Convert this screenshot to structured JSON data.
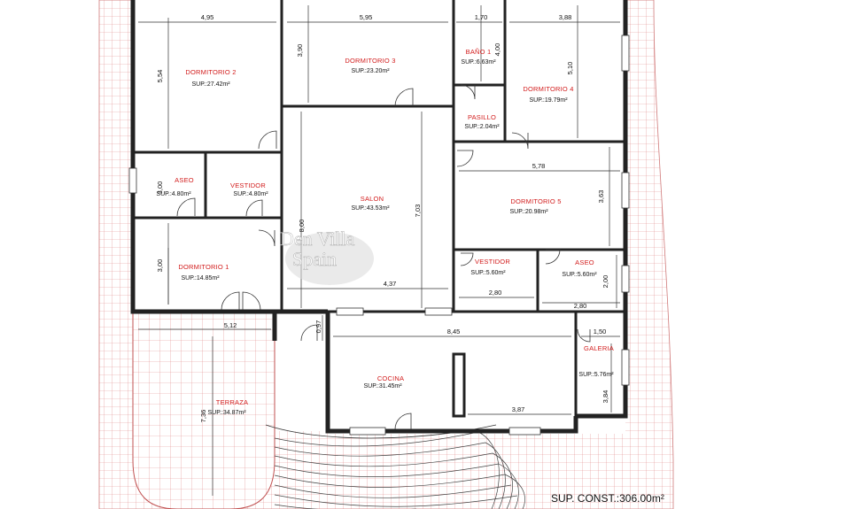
{
  "rooms": [
    {
      "id": "dormitorio2",
      "name": "DORMITORIO 2",
      "area": "SUP.:27.42m²"
    },
    {
      "id": "dormitorio3",
      "name": "DORMITORIO 3",
      "area": "SUP.:23.20m²"
    },
    {
      "id": "bano1",
      "name": "BAÑO 1",
      "area": "SUP.:6.63m²"
    },
    {
      "id": "dormitorio4",
      "name": "DORMITORIO 4",
      "area": "SUP.:19.79m²"
    },
    {
      "id": "pasillo",
      "name": "PASILLO",
      "area": "SUP.:2.04m²"
    },
    {
      "id": "aseo1",
      "name": "ASEO",
      "area": "SUP.:4.80m²"
    },
    {
      "id": "vestidor1",
      "name": "VESTIDOR",
      "area": "SUP.:4.80m²"
    },
    {
      "id": "salon",
      "name": "SALON",
      "area": "SUP.:43.53m²"
    },
    {
      "id": "dormitorio5",
      "name": "DORMITORIO 5",
      "area": "SUP.:20.98m²"
    },
    {
      "id": "dormitorio1",
      "name": "DORMITORIO 1",
      "area": "SUP.:14.85m²"
    },
    {
      "id": "vestidor2",
      "name": "VESTIDOR",
      "area": "SUP.:5.60m²"
    },
    {
      "id": "aseo2",
      "name": "ASEO",
      "area": "SUP.:5.60m²"
    },
    {
      "id": "cocina",
      "name": "COCINA",
      "area": "SUP.:31.45m²"
    },
    {
      "id": "galeria",
      "name": "GALERIA",
      "area": "SUP.:5.76m²"
    },
    {
      "id": "terraza",
      "name": "TERRAZA",
      "area": "SUP.:34.87m²"
    }
  ],
  "dimensions": {
    "d4_95": "4,95",
    "d5_95": "5,95",
    "d1_70": "1,70",
    "d3_88": "3,88",
    "d5_54": "5,54",
    "d3_90": "3,90",
    "d4_00": "4,00",
    "d5_10": "5,10",
    "d5_78": "5,78",
    "d3_63": "3,63",
    "d8_00": "8,00",
    "d7_03": "7,03",
    "d3_00a": "3,00",
    "d4_37": "4,37",
    "d2_80a": "2,80",
    "d2_00": "2,00",
    "d2_80b": "2,80",
    "d5_12": "5,12",
    "d0_97": "0,97",
    "d8_45": "8,45",
    "d1_50": "1,50",
    "d3_84": "3,84",
    "d7_36": "7,36",
    "d3_87": "3,87",
    "d3_00b": "3,00"
  },
  "watermark": {
    "line1": "Den Villa",
    "line2": "Spain"
  },
  "total": "SUP. CONST.:306.00m²",
  "colors": {
    "room_label": "#d21c1c",
    "tile": "#e08a8a",
    "wall": "#222222"
  }
}
